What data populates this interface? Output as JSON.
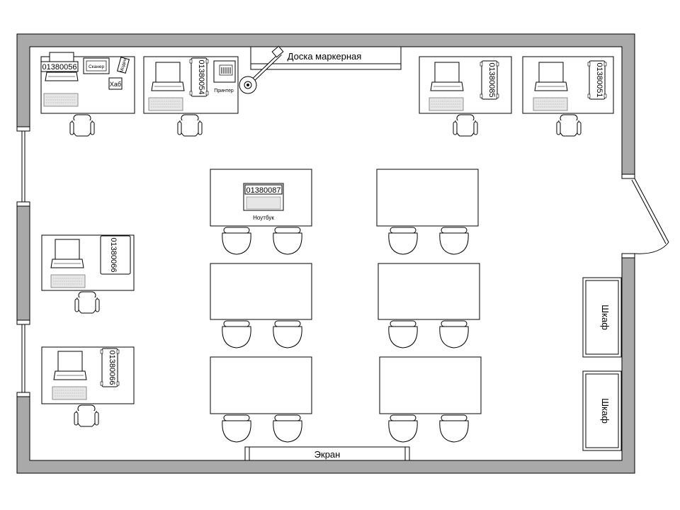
{
  "labels": {
    "whiteboard": "Доска маркерная",
    "screen": "Экран",
    "cabinet_top": "Шкаф",
    "cabinet_bottom": "Шкаф",
    "laptop": "Ноутбук",
    "scanner": "Сканер",
    "modem": "Модем",
    "hub": "Хаб",
    "printer": "Принтер"
  },
  "inventory": {
    "ws_top_left": "01380056",
    "ws_top_mid": "01380054",
    "ws_top_right_a": "01380085",
    "ws_top_right_b": "01380051",
    "ws_left_mid": "01380066",
    "ws_left_bottom": "01380066",
    "laptop": "01380087"
  },
  "colors": {
    "wall_fill": "#a9a9a9",
    "wall_stroke": "#000000",
    "furniture_stroke": "#000000",
    "furniture_fill": "#ffffff",
    "keyboard_fill": "#e6e6e6"
  }
}
